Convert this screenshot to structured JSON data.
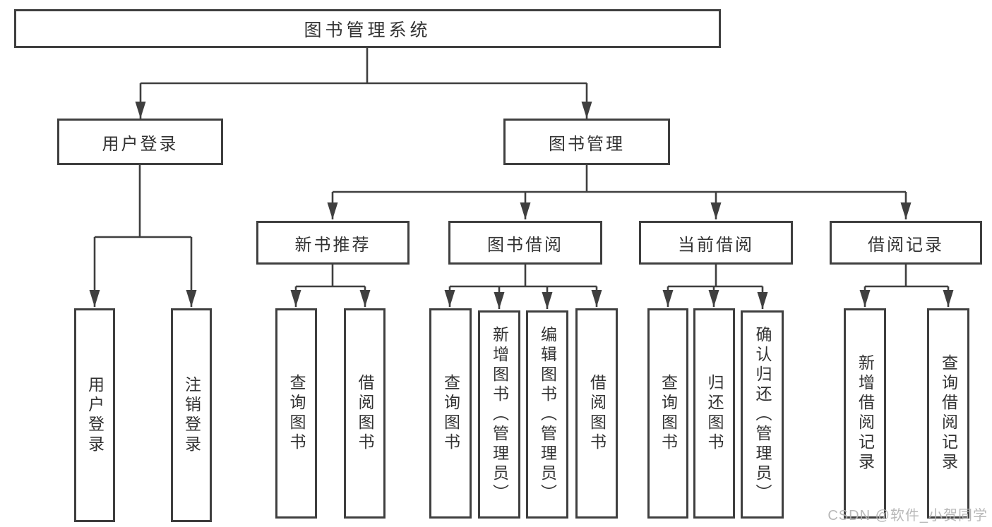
{
  "diagram_type": "tree",
  "tree": {
    "label": "图书管理系统",
    "children": [
      {
        "label": "用户登录",
        "children": [
          {
            "label": "用户登录"
          },
          {
            "label": "注销登录"
          }
        ]
      },
      {
        "label": "图书管理",
        "children": [
          {
            "label": "新书推荐",
            "children": [
              {
                "label": "查询图书"
              },
              {
                "label": "借阅图书"
              }
            ]
          },
          {
            "label": "图书借阅",
            "children": [
              {
                "label": "查询图书"
              },
              {
                "label": "新增图书（管理员）"
              },
              {
                "label": "编辑图书（管理员）"
              },
              {
                "label": "借阅图书"
              }
            ]
          },
          {
            "label": "当前借阅",
            "children": [
              {
                "label": "查询图书"
              },
              {
                "label": "归还图书"
              },
              {
                "label": "确认归还（管理员）"
              }
            ]
          },
          {
            "label": "借阅记录",
            "children": [
              {
                "label": "新增借阅记录"
              },
              {
                "label": "查询借阅记录"
              }
            ]
          }
        ]
      }
    ]
  },
  "watermark": "CSDN @软件_小贺同学",
  "colors": {
    "line": "#3f3f3f",
    "text": "#333333",
    "box_bg": "#ffffff",
    "watermark": "#b3b3b3"
  }
}
